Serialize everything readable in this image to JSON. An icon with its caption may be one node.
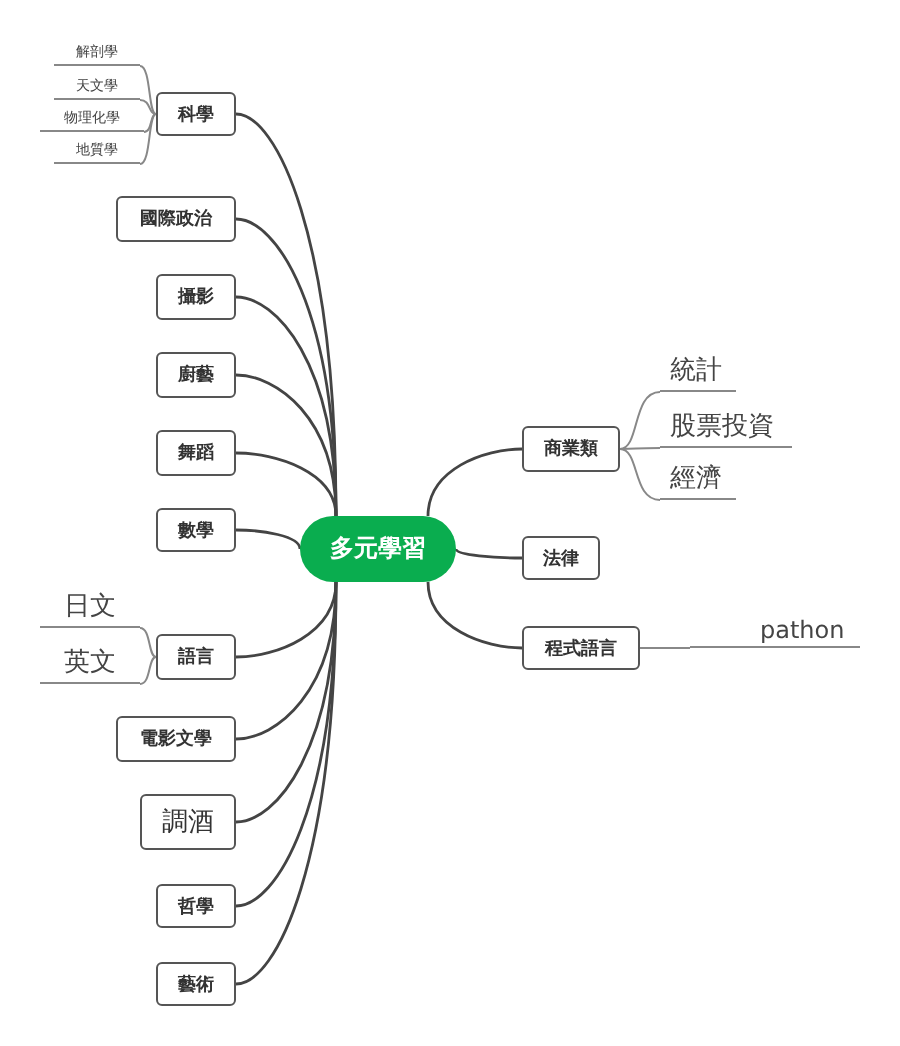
{
  "diagram": {
    "nodes": [
      {
        "text": [
          "多元學習"
        ]
      },
      {
        "text": [
          "科學"
        ]
      },
      {
        "text": [
          "解剖學"
        ]
      },
      {
        "text": [
          "天文學"
        ]
      },
      {
        "text": [
          "物理化學"
        ]
      },
      {
        "text": [
          "地質學"
        ]
      },
      {
        "text": [
          "國際政治"
        ]
      },
      {
        "text": [
          "攝影"
        ]
      },
      {
        "text": [
          "廚藝"
        ]
      },
      {
        "text": [
          "舞蹈"
        ]
      },
      {
        "text": [
          "數學"
        ]
      },
      {
        "text": [
          "語言"
        ]
      },
      {
        "text": [
          "日文"
        ]
      },
      {
        "text": [
          "英文"
        ]
      },
      {
        "text": [
          "電影文學"
        ]
      },
      {
        "text": [
          "調酒"
        ]
      },
      {
        "text": [
          "哲學"
        ]
      },
      {
        "text": [
          "藝術"
        ]
      },
      {
        "text": [
          "商業類"
        ]
      },
      {
        "text": [
          "統計"
        ]
      },
      {
        "text": [
          "股票投資"
        ]
      },
      {
        "text": [
          "經濟"
        ]
      },
      {
        "text": [
          "法律"
        ]
      },
      {
        "text": [
          "程式語言"
        ]
      },
      {
        "text": [
          "pathon"
        ]
      }
    ],
    "edges": [
      {
        "from": 0,
        "to": 1,
        "arrow": "none"
      },
      {
        "from": 1,
        "to": 2,
        "arrow": "none"
      },
      {
        "from": 1,
        "to": 3,
        "arrow": "none"
      },
      {
        "from": 1,
        "to": 4,
        "arrow": "none"
      },
      {
        "from": 1,
        "to": 5,
        "arrow": "none"
      },
      {
        "from": 0,
        "to": 6,
        "arrow": "none"
      },
      {
        "from": 0,
        "to": 7,
        "arrow": "none"
      },
      {
        "from": 0,
        "to": 8,
        "arrow": "none"
      },
      {
        "from": 0,
        "to": 9,
        "arrow": "none"
      },
      {
        "from": 0,
        "to": 10,
        "arrow": "none"
      },
      {
        "from": 0,
        "to": 11,
        "arrow": "none"
      },
      {
        "from": 11,
        "to": 12,
        "arrow": "none"
      },
      {
        "from": 11,
        "to": 13,
        "arrow": "none"
      },
      {
        "from": 0,
        "to": 14,
        "arrow": "none"
      },
      {
        "from": 0,
        "to": 15,
        "arrow": "none"
      },
      {
        "from": 0,
        "to": 16,
        "arrow": "none"
      },
      {
        "from": 0,
        "to": 17,
        "arrow": "none"
      },
      {
        "from": 0,
        "to": 18,
        "arrow": "none"
      },
      {
        "from": 18,
        "to": 19,
        "arrow": "none"
      },
      {
        "from": 18,
        "to": 20,
        "arrow": "none"
      },
      {
        "from": 18,
        "to": 21,
        "arrow": "none"
      },
      {
        "from": 0,
        "to": 22,
        "arrow": "none"
      },
      {
        "from": 0,
        "to": 23,
        "arrow": "none"
      },
      {
        "from": 23,
        "to": 24,
        "arrow": "none"
      }
    ]
  }
}
